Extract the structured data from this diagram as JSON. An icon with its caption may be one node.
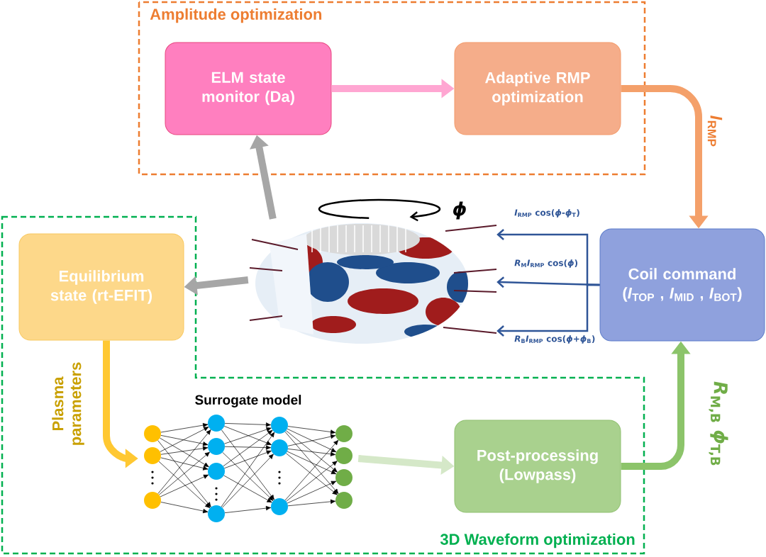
{
  "diagram": {
    "nodes": [
      {
        "text": [
          "Amplitude optimization"
        ]
      },
      {
        "text": [
          "ELM state monitor (Da)"
        ],
        "in": 0
      },
      {
        "text": [
          "Adaptive RMP optimization"
        ],
        "in": 0
      },
      {
        "text": [
          "3D Waveform optimization"
        ]
      },
      {
        "text": [
          "Equilibrium state (rt-EFIT)"
        ],
        "in": 3
      },
      {
        "text": [
          "Surrogate model"
        ],
        "in": 3
      },
      {
        "text": [
          "Post-processing (Lowpass)"
        ],
        "in": 3
      },
      {
        "text": [
          "Coil command",
          "(*I*$_{TOP}$ , *I*$_{MID}$ , *I*$_{BOT}$)"
        ]
      },
      {
        "text": [],
        "shape": "picture",
        "beside": [
          "*ϕ*"
        ]
      }
    ],
    "edges": [
      {
        "from": 1,
        "to": 2,
        "arrow": "to",
        "color": "#ffa6d2"
      },
      {
        "from": 2,
        "to": 7,
        "arrow": "to",
        "label": "*I*$_{RMP}$",
        "color": "#f4a06a"
      },
      {
        "from": 8,
        "to": 1,
        "arrow": "to",
        "color": "#a6a6a6"
      },
      {
        "from": 8,
        "to": 4,
        "arrow": "to",
        "color": "#a6a6a6"
      },
      {
        "from": 4,
        "to": 5,
        "arrow": "to",
        "label": "Plasma parameters",
        "color": "#ffc832"
      },
      {
        "from": 5,
        "to": 6,
        "arrow": "to",
        "color": "#d5e8c8"
      },
      {
        "from": 6,
        "to": 7,
        "arrow": "to",
        "label": "*R*$_{M,B}$ *ϕ*$_{T,B}$",
        "color": "#8cc46a"
      },
      {
        "from": 7,
        "to": 8,
        "arrow": "to",
        "label": "*I*$_{RMP}$ cos(*ϕ*-*ϕ*$_{T}$)",
        "color": "#2f5597"
      },
      {
        "from": 7,
        "to": 8,
        "arrow": "to",
        "label": "*R*$_{M}$*I*$_{RMP}$ cos(*ϕ*)",
        "color": "#2f5597"
      },
      {
        "from": 7,
        "to": 8,
        "arrow": "to",
        "label": "*R*$_{B}$*I*$_{RMP}$ cos(*ϕ*+*ϕ*$_{B}$)",
        "color": "#2f5597"
      }
    ]
  }
}
